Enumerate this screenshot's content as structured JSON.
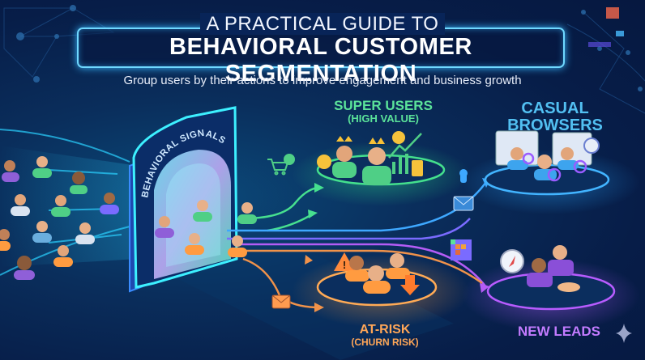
{
  "header": {
    "title_top": "A PRACTICAL GUIDE TO",
    "title_main": "BEHAVIORAL CUSTOMER SEGMENTATION",
    "subtitle": "Group users by their actions to improve engagement and business growth"
  },
  "gateway": {
    "label": "BEHAVIORAL SIGNALS"
  },
  "segments": [
    {
      "id": "super-users",
      "label": "SUPER USERS",
      "sublabel": "(HIGH VALUE)",
      "color": "#5be39a",
      "icons": [
        "crown-icon",
        "coin-icon",
        "growth-chart-icon"
      ]
    },
    {
      "id": "casual-browsers",
      "label": "CASUAL",
      "label2": "BROWSERS",
      "color": "#52c0f2",
      "icons": [
        "browser-window-icon",
        "magnifier-icon",
        "clock-icon"
      ]
    },
    {
      "id": "at-risk",
      "label": "AT-RISK",
      "sublabel": "(CHURN RISK)",
      "color": "#ffa657",
      "icons": [
        "warning-icon",
        "down-arrow-icon"
      ]
    },
    {
      "id": "new-leads",
      "label": "NEW LEADS",
      "color": "#c37bff",
      "icons": [
        "compass-icon",
        "handshake-icon"
      ]
    }
  ],
  "flow_icons": [
    "shopping-cart-check-icon",
    "click-hand-icon",
    "envelope-icon",
    "grid-icon",
    "orange-envelope-icon"
  ],
  "colors": {
    "background": "#071d48",
    "accent_cyan": "#38d6ff",
    "super_green": "#5be39a",
    "casual_blue": "#52c0f2",
    "risk_orange": "#ffa657",
    "leads_purple": "#c37bff"
  }
}
